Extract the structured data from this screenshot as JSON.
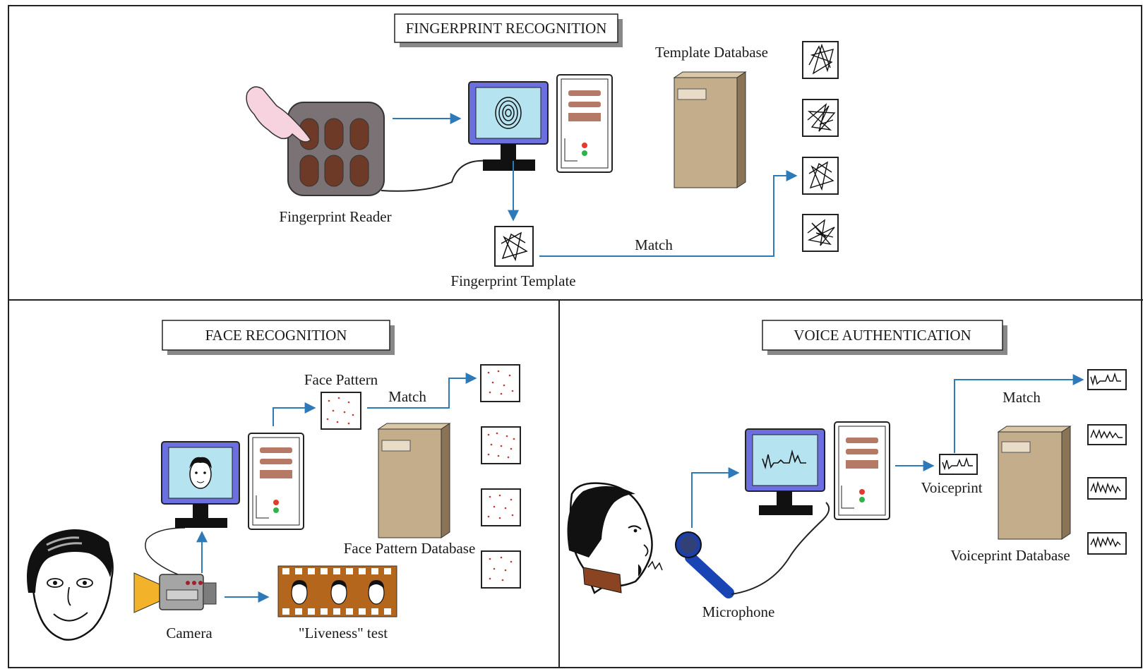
{
  "fingerprint": {
    "title": "FINGERPRINT RECOGNITION",
    "reader_label": "Fingerprint Reader",
    "template_label": "Fingerprint Template",
    "database_label": "Template Database",
    "match_label": "Match"
  },
  "face": {
    "title": "FACE RECOGNITION",
    "pattern_label": "Face Pattern",
    "match_label": "Match",
    "database_label": "Face Pattern Database",
    "camera_label": "Camera",
    "liveness_label": "\"Liveness\" test"
  },
  "voice": {
    "title": "VOICE AUTHENTICATION",
    "match_label": "Match",
    "voiceprint_label": "Voiceprint",
    "database_label": "Voiceprint Database",
    "microphone_label": "Microphone"
  },
  "colors": {
    "arrow": "#2e7ab8",
    "monitor_frame": "#6b6fe0",
    "monitor_screen": "#b5e3f0",
    "server": "#c4ad8a",
    "reader": "#7b7275",
    "reader_pad": "#6e3a28",
    "film": "#b4661c",
    "microphone": "#1e4fc8",
    "camera_cone": "#f2b32a"
  }
}
